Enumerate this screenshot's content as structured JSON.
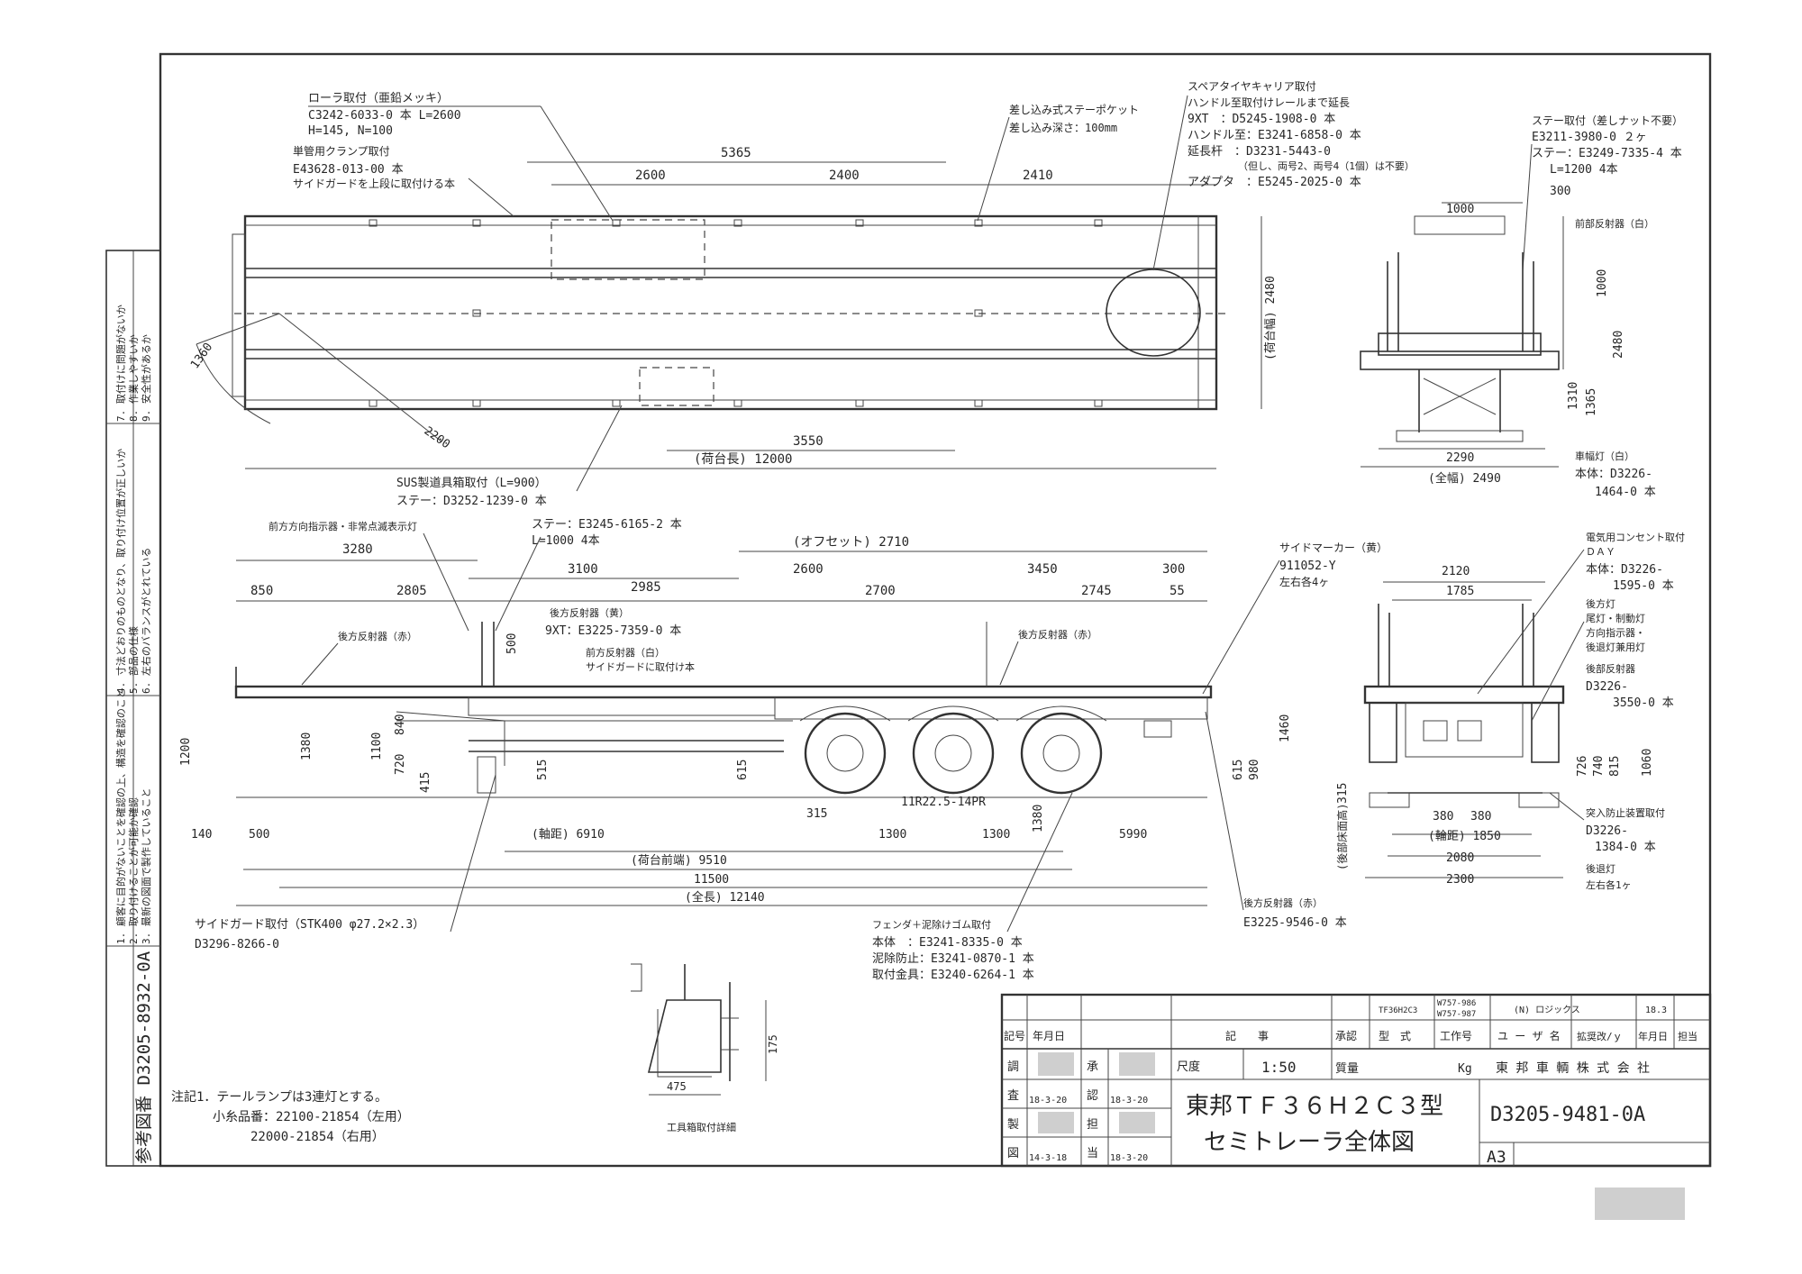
{
  "drawing": {
    "title_line1": "東邦ＴＦ３６Ｈ２Ｃ３型",
    "title_line2": "セミトレーラ全体図",
    "number": "D3205-9481-0A",
    "sheet_size": "A3",
    "scale_label": "尺度",
    "scale": "1:50",
    "company": "東 邦 車 輌 株 式 会 社",
    "ref_number": "参考図番 D3205-8932-0A"
  },
  "title_block": {
    "headers": [
      "記号",
      "年月日",
      "記　　事",
      "承認",
      "型　式",
      "工作号",
      "ユ ー ザ 名",
      "拡奨改/ｙ",
      "年月日",
      "担当"
    ],
    "model_code": "TF36H2C3",
    "work_no_1": "W757-986",
    "work_no_2": "W757-987",
    "user": "(N) ロジックス",
    "date_top": "18.3",
    "weight_label": "質量",
    "weight_unit": "Kg",
    "row_labels": [
      "調",
      "査",
      "製",
      "図"
    ],
    "col_labels": [
      "承",
      "認",
      "担",
      "当"
    ],
    "dates": [
      "18-3-20",
      "18-3-20",
      "14-3-18",
      "18-3-20"
    ]
  },
  "checklist": [
    "1. 顧客に目的がないことを確認の上、構造を確認のこと",
    "2. 取り付けることが可能か確認",
    "3. 最新の図面で製作していること",
    "4. 寸法どおりのものとなり、取り付け位置が正しいか",
    "5. 部品の仕様",
    "6. 左右のバランスがとれている",
    "7. 取付けに問題がないか",
    "8. 作業しやすいか",
    "9. 安全性があるか"
  ],
  "notes": {
    "note1": "注記1．テールランプは3連灯とする。",
    "part_left": "小糸品番：22100-21854（左用）",
    "part_right": "22000-21854（右用）",
    "toolbox": "工具箱取付詳細",
    "toolbox_w": "475",
    "toolbox_h": "175"
  },
  "callouts": {
    "roller": [
      "ローラ取付（亜鉛メッキ）",
      "C3242-6033-0 本 L=2600",
      "H=145, N=100"
    ],
    "spare_bracket": [
      "単管用クランプ取付",
      "E43628-013-00 本",
      "サイドガードを上段に取付ける本"
    ],
    "stake_pocket": [
      "差し込み式ステーポケット",
      "差し込み深さ：100mm"
    ],
    "spare_tire": [
      "スペアタイヤキャリア取付",
      "ハンドル至取付けレールまで延長",
      "9XT　：D5245-1908-0 本",
      "ハンドル至：E3241-6858-0 本",
      "延長杆　：D3231-5443-0",
      "（但し、両号2、両号4（1個）は不要）",
      "アダプタ　：E5245-2025-0 本"
    ],
    "stake_parts": [
      "ステー取付（差しナット不要）",
      "E3211-3980-0 ２ヶ",
      "ステー：E3249-7335-4 本",
      "L=1200 4本"
    ],
    "sus": [
      "SUS製道具箱取付（L=900）",
      "ステー：D3252-1239-0 本"
    ],
    "marker_front": "前方方向指示器・非常点滅表示灯",
    "stay_front": [
      "ステー：E3245-6165-2 本",
      "L=1000 4本"
    ],
    "side_lamp": [
      "後方反射器（黄）",
      "9XT：E3225-7359-0 本"
    ],
    "side_lamp2": [
      "前方反射器（白）",
      "サイドガードに取付け本"
    ],
    "rear_reflector": "後方反射器（赤）",
    "side_marker": [
      "サイドマーカー（黄）",
      "911052-Y",
      "左右各4ヶ"
    ],
    "tire": "11R22.5-14PR",
    "side_guard": [
      "サイドガード取付（STK400 φ27.2×2.3）",
      "D3296-8266-0"
    ],
    "fender": [
      "フェンダ＋泥除けゴム取付",
      "本体　：E3241-8335-0 本",
      "泥除防止：E3241-0870-1 本",
      "取付金具：E3240-6264-1 本"
    ],
    "rear_reflector2": [
      "後方反射器（赤）",
      "E3225-9546-0 本"
    ],
    "rear_outlet": [
      "電気用コンセント取付",
      "ＤＡＹ",
      "本体：D3226-",
      "1595-0 本"
    ],
    "rear_parts": [
      "後方灯",
      "尾灯・制動灯",
      "方向指示器・",
      "後退灯兼用灯",
      "後部反射器",
      "D3226-",
      "3550-0 本"
    ],
    "rear_guard": [
      "突入防止装置取付",
      "D3226-",
      "1384-0 本",
      "後退灯",
      "左右各1ヶ"
    ],
    "front_lamp": [
      "前部反射器（白）"
    ],
    "side_lamp_rear": [
      "車幅灯（白）",
      "本体：D3226-",
      "1464-0 本"
    ]
  },
  "plan_dims": [
    "5365",
    "2600",
    "2400",
    "2410",
    "3550",
    "(荷台長) 12000",
    "1360",
    "2200",
    "(荷台幅) 2480"
  ],
  "side_dims": [
    "3280",
    "(オフセット) 2710",
    "3100",
    "2600",
    "3450",
    "300",
    "850",
    "2805",
    "2985",
    "2700",
    "2745",
    "55",
    "500",
    "1200",
    "1380",
    "1100",
    "720",
    "415",
    "840",
    "515",
    "615",
    "1460",
    "615",
    "980",
    "315",
    "1300",
    "1300",
    "1380",
    "(軸距) 6910",
    "(荷台前端) 9510",
    "11500",
    "(全長) 12140",
    "140",
    "500",
    "5990"
  ],
  "front_dims": [
    "300",
    "1000",
    "1000",
    "2480",
    "1310",
    "1365",
    "2290",
    "(全幅) 2490",
    "(荷台幅)"
  ],
  "rear_dims": [
    "2120",
    "1785",
    "380",
    "380",
    "(輪距) 1850",
    "2080",
    "2300",
    "726",
    "740",
    "815",
    "1060",
    "315",
    "(後部床面高)"
  ]
}
